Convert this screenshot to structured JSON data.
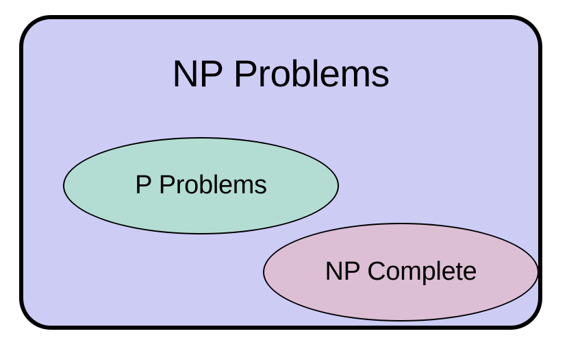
{
  "diagram": {
    "type": "venn-euler-set-diagram",
    "outer_set": {
      "name": "np-problems",
      "label": "NP Problems",
      "fill_color": "#ccccf5",
      "border_color": "#000000",
      "shape": "rounded-rectangle"
    },
    "subsets": [
      {
        "name": "p-problems",
        "label": "P Problems",
        "fill_color": "#b3ddd3",
        "border_color": "#000000",
        "shape": "ellipse"
      },
      {
        "name": "np-complete",
        "label": "NP Complete",
        "fill_color": "#dcbed5",
        "border_color": "#000000",
        "shape": "ellipse"
      }
    ],
    "background_color": "#ffffff",
    "text_color": "#000000"
  }
}
